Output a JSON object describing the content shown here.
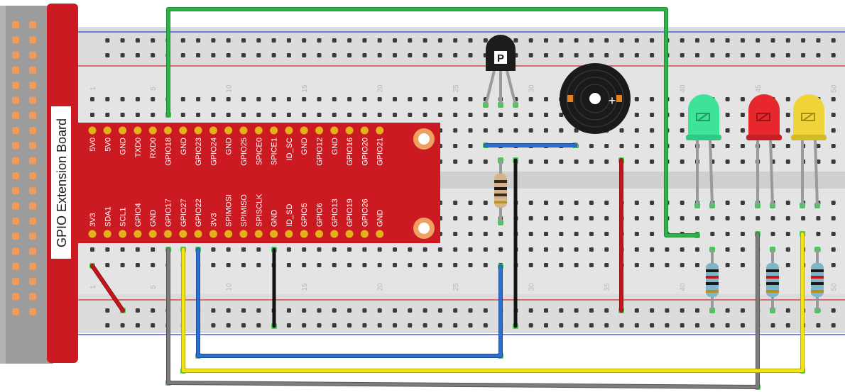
{
  "board": {
    "title": "GPIO Extension Board",
    "top_pins": [
      "5V0",
      "5V0",
      "GND",
      "TXD0",
      "RXD0",
      "GPIO18",
      "GND",
      "GPIO23",
      "GPIO24",
      "GND",
      "GPIO25",
      "SPICE0",
      "SPICE1",
      "ID_SC",
      "GND",
      "GPIO12",
      "GND",
      "GPIO16",
      "GPIO20",
      "GPIO21"
    ],
    "bottom_pins": [
      "3V3",
      "SDA1",
      "SCL1",
      "GPIO4",
      "GND",
      "GPIO17",
      "GPIO27",
      "GPIO22",
      "3V3",
      "SPIMOSI",
      "SPIMISO",
      "SPISCLK",
      "GND",
      "ID_SD",
      "GPIO5",
      "GPIO6",
      "GPIO13",
      "GPIO19",
      "GPIO26",
      "GND"
    ]
  },
  "breadboard": {
    "column_numbers": [
      "1",
      "5",
      "10",
      "15",
      "20",
      "25",
      "30",
      "35",
      "40",
      "45",
      "50"
    ]
  },
  "components": {
    "transistor_marking": "P",
    "buzzer_polarity": "+"
  },
  "colors": {
    "board_red": "#cc1a22",
    "header_gold": "#e2b21a",
    "wire_green": "#2db34a",
    "wire_blue": "#2a6fd1",
    "wire_yellow": "#f2e40f",
    "wire_gray": "#7d7d7d",
    "wire_black": "#141414",
    "wire_red": "#c4141c",
    "led_green": "#3ee39a",
    "led_red": "#e8272d",
    "led_yellow": "#f0d53a"
  }
}
